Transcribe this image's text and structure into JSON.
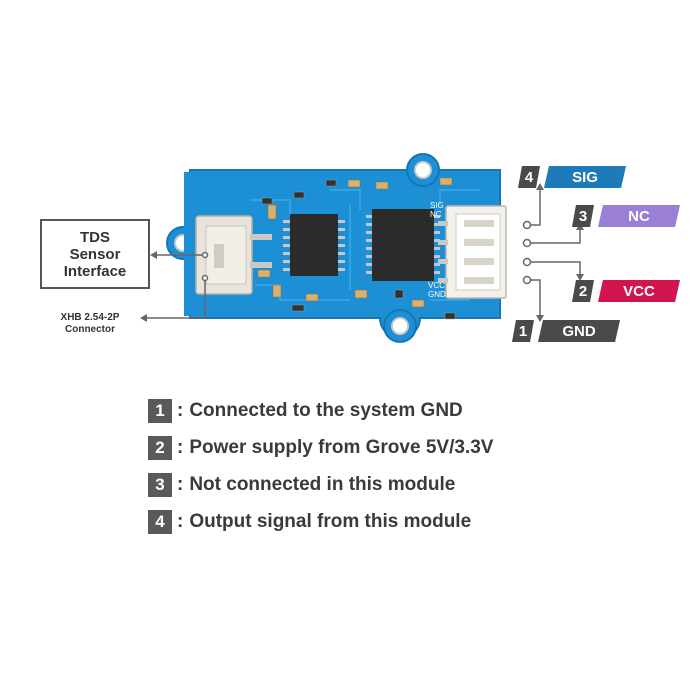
{
  "left_labels": {
    "tds_lines": [
      "TDS",
      "Sensor",
      "Interface"
    ],
    "connector_lines": [
      "XHB 2.54-2P",
      "Connector"
    ]
  },
  "board_silkscreen": {
    "sig": "SIG",
    "nc": "NC",
    "vcc": "VCC",
    "gnd": "GND"
  },
  "pins": [
    {
      "number": "4",
      "name": "SIG",
      "color": "#1e7ab8"
    },
    {
      "number": "3",
      "name": "NC",
      "color": "#9b7fd6"
    },
    {
      "number": "2",
      "name": "VCC",
      "color": "#d2154f"
    },
    {
      "number": "1",
      "name": "GND",
      "color": "#4a4a4a"
    }
  ],
  "legend": [
    {
      "number": "1",
      "colon": ":",
      "text": "Connected to the system GND"
    },
    {
      "number": "2",
      "colon": ":",
      "text": "Power supply from Grove 5V/3.3V"
    },
    {
      "number": "3",
      "colon": ":",
      "text": "Not connected in this module"
    },
    {
      "number": "4",
      "colon": ":",
      "text": "Output signal from this module"
    }
  ],
  "colors": {
    "pcb": "#1d8fd4",
    "pcb_edge": "#1576b4",
    "chip": "#2b2b2b",
    "connector": "#e8e4dc",
    "label_gray": "#4a4a4a"
  }
}
